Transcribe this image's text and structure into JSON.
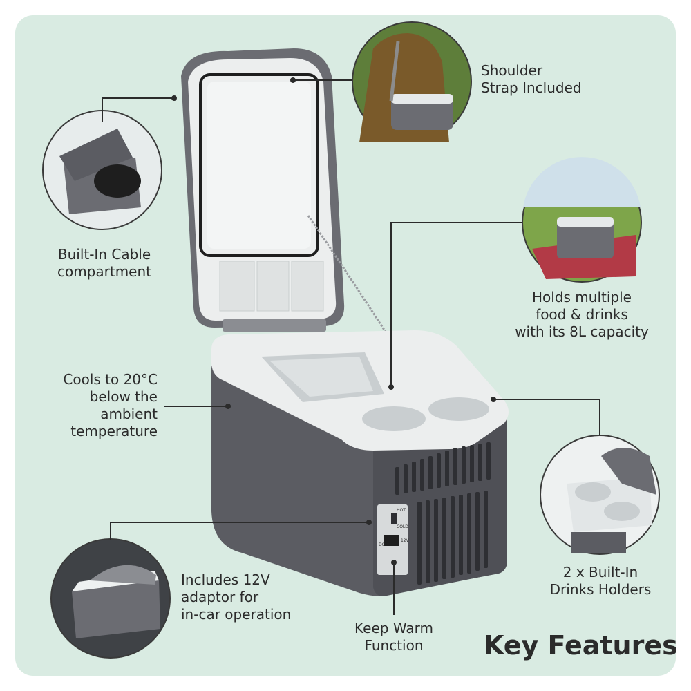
{
  "title": "Key Features",
  "features": {
    "cable": [
      "Built-In Cable",
      "compartment"
    ],
    "strap": [
      "Shoulder",
      "Strap Included"
    ],
    "capacity": [
      "Holds multiple",
      "food & drinks",
      "with its 8L capacity"
    ],
    "cools": [
      "Cools to 20°C",
      "below the",
      "ambient",
      "temperature"
    ],
    "holders": [
      "2 x Built-In",
      "Drinks Holders"
    ],
    "adaptor": [
      "Includes 12V",
      "adaptor for",
      "in-car operation"
    ],
    "warm": [
      "Keep Warm",
      "Function"
    ]
  },
  "panel_labels": {
    "hot": "HOT",
    "cold": "COLD",
    "dc": "DC",
    "v12": "12V"
  },
  "colors": {
    "background": "#d9ebe2",
    "cooler_body": "#5b5c62",
    "cooler_lid": "#eceeee",
    "text": "#2b2b2b"
  }
}
